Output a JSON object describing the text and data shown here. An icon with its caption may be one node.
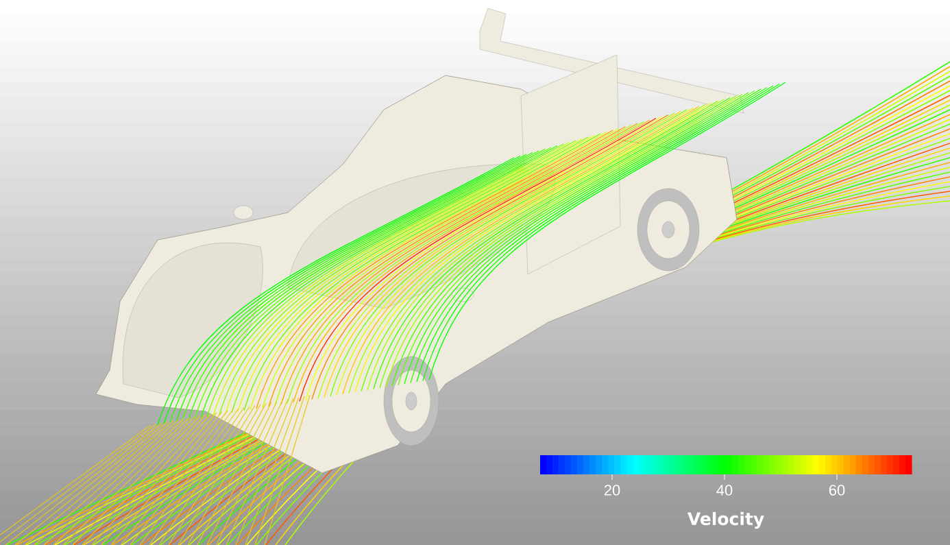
{
  "diagram": {
    "labels": [
      "20",
      "40",
      "60",
      "Velocity"
    ]
  }
}
